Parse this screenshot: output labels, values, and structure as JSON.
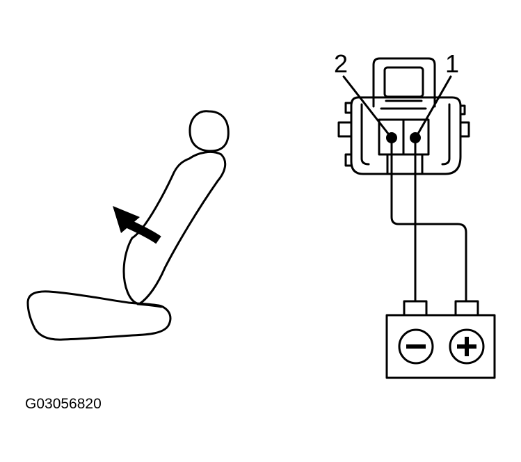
{
  "figure_code": "G03056820",
  "terminals": {
    "left_label": "2",
    "right_label": "1"
  },
  "battery": {
    "negative_icon": "minus-sign-icon",
    "positive_icon": "plus-sign-icon"
  },
  "seat": {
    "arrow_icon": "recline-direction-arrow-icon"
  },
  "colors": {
    "line": "#000000",
    "background": "#ffffff"
  }
}
